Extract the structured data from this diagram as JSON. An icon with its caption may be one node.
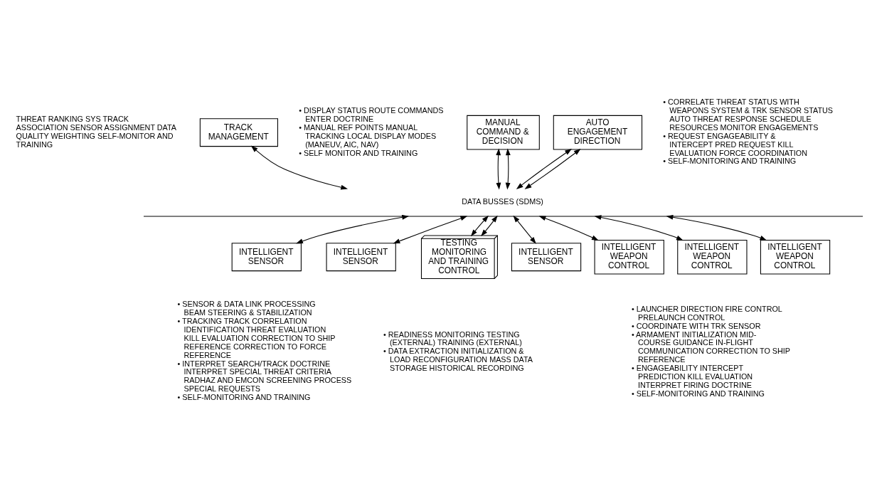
{
  "diagram": {
    "nodes": [
      {
        "text": [
          "MANUAL COMMAND & DECISION"
        ]
      },
      {
        "text": [
          "AUTO ENGAGEMENT DIRECTION"
        ]
      },
      {
        "text": [
          "TRACK MANAGEMENT"
        ]
      },
      {
        "text": [
          "DATA BUSSES (SDMS)"
        ]
      },
      {
        "text": [
          "INTELLIGENT SENSOR"
        ]
      },
      {
        "text": [
          "INTELLIGENT SENSOR"
        ]
      },
      {
        "text": [
          "INTELLIGENT SENSOR"
        ]
      },
      {
        "text": [
          "INTELLIGENT WEAPON CONTROL"
        ]
      },
      {
        "text": [
          "INTELLIGENT WEAPON CONTROL"
        ]
      },
      {
        "text": [
          "INTELLIGENT WEAPON CONTROL"
        ]
      },
      {
        "text": [
          "TESTING MONITORING AND TRAINING CONTROL"
        ]
      }
    ],
    "edges": [
      {
        "from": 0,
        "to": 3,
        "arrow": "both"
      },
      {
        "from": 0,
        "to": 3,
        "arrow": "both"
      },
      {
        "from": 1,
        "to": 3,
        "arrow": "both"
      },
      {
        "from": 1,
        "to": 3,
        "arrow": "both"
      },
      {
        "from": 2,
        "to": 3,
        "arrow": "both"
      },
      {
        "from": 3,
        "to": 4,
        "arrow": "both"
      },
      {
        "from": 3,
        "to": 5,
        "arrow": "both"
      },
      {
        "from": 3,
        "to": 6,
        "arrow": "both"
      },
      {
        "from": 3,
        "to": 10,
        "arrow": "both"
      },
      {
        "from": 3,
        "to": 10,
        "arrow": "both"
      },
      {
        "from": 3,
        "to": 7,
        "arrow": "both"
      },
      {
        "from": 3,
        "to": 8,
        "arrow": "both"
      },
      {
        "from": 3,
        "to": 9,
        "arrow": "both"
      }
    ],
    "labels": [
      "• DISPLAY STATUS ROUTE COMMANDS ENTER DOCTRINE",
      "• MANUAL REF POINTS MANUAL TRACKING LOCAL DISPLAY MODES (MANEUV, AIC, NAV)",
      "• SELF MONITOR AND TRAINING",
      "• CORRELATE THREAT STATUS WITH WEAPONS SYSTEM & TRK SENSOR STATUS AUTO THREAT RESPONSE SCHEDULE RESOURCES MONITOR ENGAGEMENTS",
      "• REQUEST ENGAGEABILITY & INTERCEPT PRED REQUEST KILL EVALUATION FORCE COORDINATION",
      "• SELF-MONITORING AND TRAINING",
      "THREAT RANKING SYS TRACK ASSOCIATION SENSOR ASSIGNMENT DATA QUALITY WEIGHTING SELF-MONITOR AND TRAINING",
      "• SENSOR & DATA LINK PROCESSING BEAM STEERING & STABILIZATION",
      "• TRACKING TRACK CORRELATION IDENTIFICATION THREAT EVALUATION KILL EVALUATION CORRECTION TO SHIP REFERENCE CORRECTION TO FORCE REFERENCE",
      "• INTERPRET SEARCH/TRACK DOCTRINE INTERPRET SPECIAL THREAT CRITERIA RADHAZ AND EMCON SCREENING PROCESS SPECIAL REQUESTS",
      "• SELF-MONITORING AND TRAINING",
      "• READINESS MONITORING TESTING (EXTERNAL) TRAINING (EXTERNAL)",
      "• DATA EXTRACTION INITIALIZATION & LOAD RECONFIGURATION MASS DATA STORAGE HISTORICAL RECORDING",
      "• LAUNCHER DIRECTION FIRE CONTROL PRELAUNCH CONTROL",
      "• COORDINATE WITH TRK SENSOR",
      "• ARMAMENT INITIALIZATION MID-COURSE GUIDANCE IN-FLIGHT COMMUNICATION CORRECTION TO SHIP REFERENCE",
      "• ENGAGEABILITY INTERCEPT PREDICTION KILL EVALUATION INTERPRET FIRING DOCTRINE",
      "• SELF-MONITORING AND TRAINING"
    ]
  }
}
